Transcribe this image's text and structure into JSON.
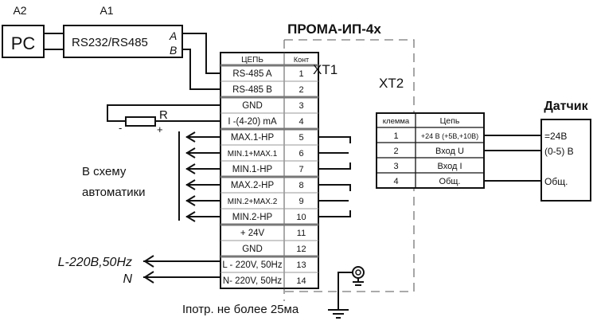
{
  "title": "ПРОМА-ИП-4х",
  "blocks": {
    "pc": {
      "ref": "A2",
      "label": "PC"
    },
    "converter": {
      "ref": "A1",
      "label": "RS232/RS485",
      "pin_a": "A",
      "pin_b": "B"
    }
  },
  "xt1": {
    "label": "XT1",
    "headers": [
      "ЦЕПЬ",
      "Конт"
    ],
    "rows": [
      {
        "circuit": "RS-485  A",
        "pin": "1"
      },
      {
        "circuit": "RS-485  B",
        "pin": "2"
      },
      {
        "circuit": "GND",
        "pin": "3"
      },
      {
        "circuit": "I -(4-20) mA",
        "pin": "4"
      },
      {
        "circuit": "MAX.1-HP",
        "pin": "5"
      },
      {
        "circuit": "MIN.1+MAX.1",
        "pin": "6"
      },
      {
        "circuit": "MIN.1-HP",
        "pin": "7"
      },
      {
        "circuit": "MAX.2-HP",
        "pin": "8"
      },
      {
        "circuit": "MIN.2+MAX.2",
        "pin": "9"
      },
      {
        "circuit": "MIN.2-HP",
        "pin": "10"
      },
      {
        "circuit": "+ 24V",
        "pin": "11"
      },
      {
        "circuit": "GND",
        "pin": "12"
      },
      {
        "circuit": "L - 220V, 50Hz",
        "pin": "13"
      },
      {
        "circuit": "N- 220V, 50Hz",
        "pin": "14"
      }
    ]
  },
  "xt2": {
    "label": "XT2",
    "headers": [
      "клемма",
      "Цепь"
    ],
    "rows": [
      {
        "pin": "1",
        "circuit": "+24 В (+5В,+10В)"
      },
      {
        "pin": "2",
        "circuit": "Вход U"
      },
      {
        "pin": "3",
        "circuit": "Вход I"
      },
      {
        "pin": "4",
        "circuit": "Общ."
      }
    ]
  },
  "sensor": {
    "title": "Датчик",
    "terminals": [
      "=24В",
      "(0-5) В",
      "Общ."
    ]
  },
  "resistor": {
    "label": "R",
    "minus": "-",
    "plus": "+"
  },
  "automation_label": [
    "В схему",
    "автоматики"
  ],
  "power": {
    "line_label": "L-220В,50Hz",
    "neutral_label": "N"
  },
  "consumption_note": "Iпотр. не более 25ма"
}
